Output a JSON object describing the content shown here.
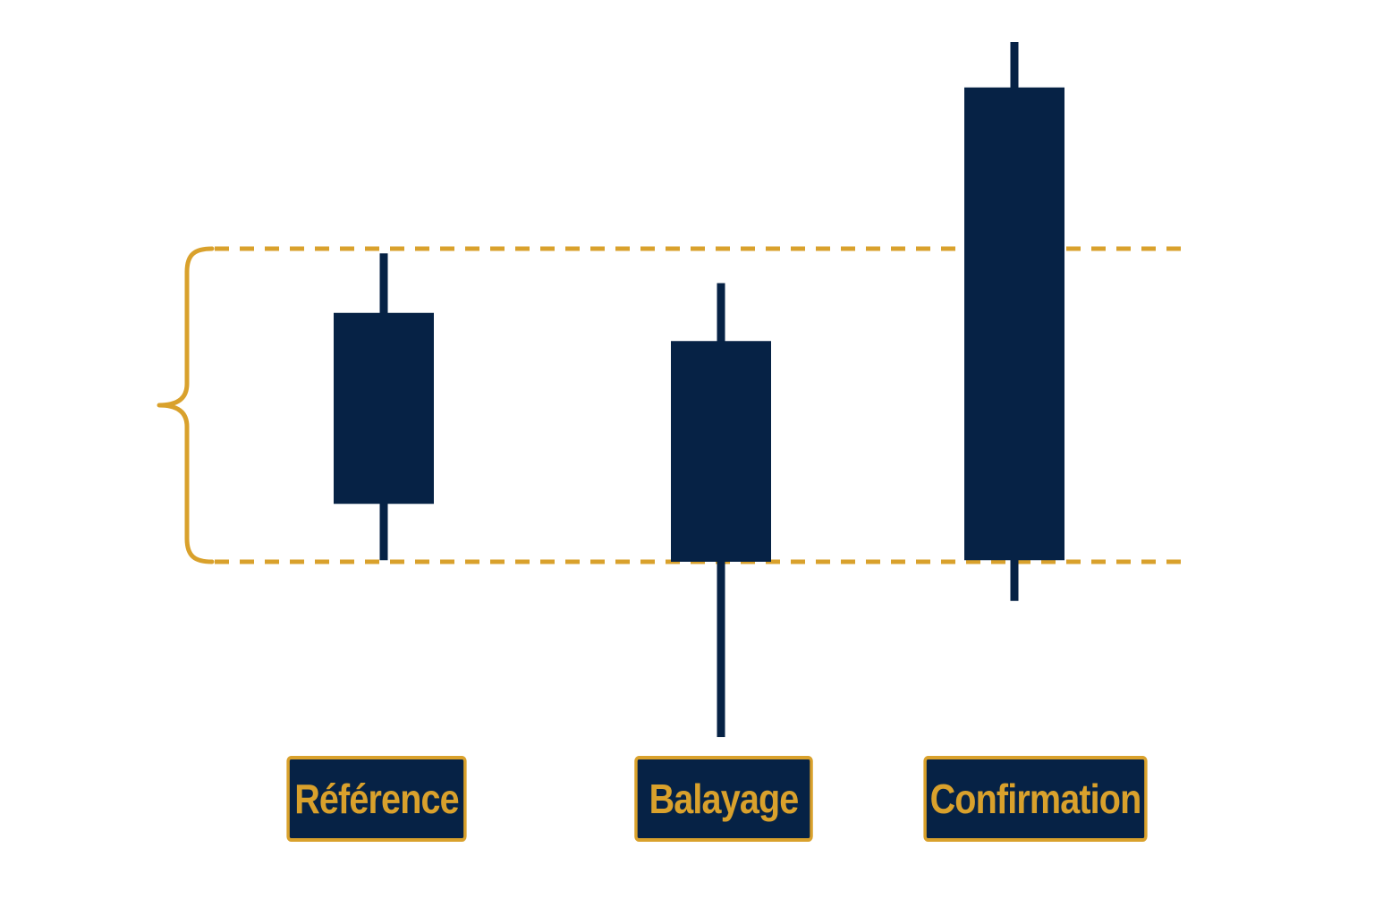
{
  "colors": {
    "candle": "#062245",
    "accent": "#D9A12C",
    "background": "#ffffff"
  },
  "range": {
    "high": 100,
    "low": 0
  },
  "candles": [
    {
      "open": 79.5,
      "close": 18.5,
      "high": 98.5,
      "low": 0.5
    },
    {
      "open": 70.5,
      "close": 0,
      "high": 89,
      "low": -56
    },
    {
      "open": 151.5,
      "close": 0.5,
      "high": 166,
      "low": -12.5
    }
  ],
  "labels": {
    "reference": "Référence",
    "sweep": "Balayage",
    "confirmation": "Confirmation"
  }
}
